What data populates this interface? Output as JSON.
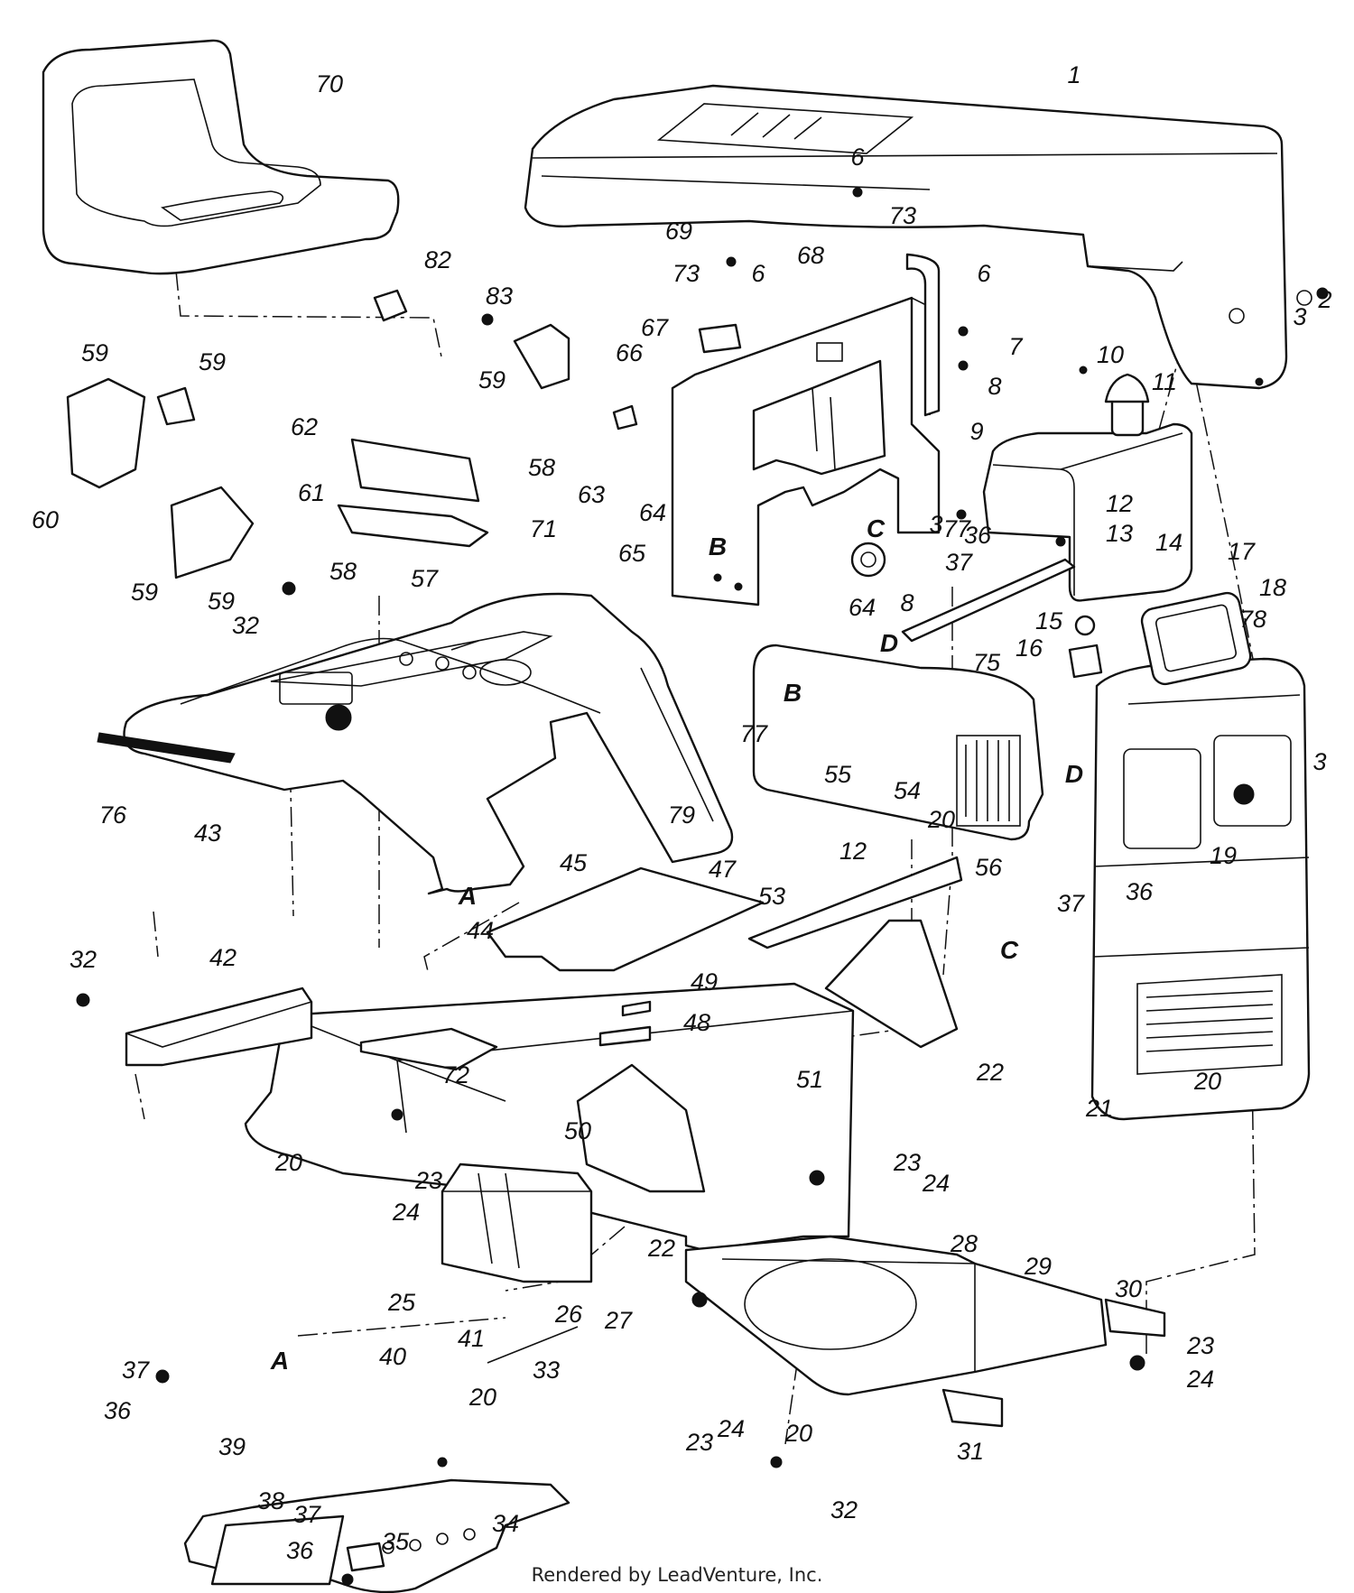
{
  "footer": "Rendered by LeadVenture, Inc.",
  "callouts": [
    {
      "n": "1"
    },
    {
      "n": "2"
    },
    {
      "n": "3"
    },
    {
      "n": "6"
    },
    {
      "n": "73"
    },
    {
      "n": "69"
    },
    {
      "n": "73"
    },
    {
      "n": "6"
    },
    {
      "n": "68"
    },
    {
      "n": "6"
    },
    {
      "n": "7"
    },
    {
      "n": "8"
    },
    {
      "n": "9"
    },
    {
      "n": "10"
    },
    {
      "n": "11"
    },
    {
      "n": "12"
    },
    {
      "n": "13"
    },
    {
      "n": "14"
    },
    {
      "n": "17"
    },
    {
      "n": "18"
    },
    {
      "n": "78"
    },
    {
      "n": "15"
    },
    {
      "n": "16"
    },
    {
      "n": "75"
    },
    {
      "n": "3"
    },
    {
      "n": "19"
    },
    {
      "n": "36"
    },
    {
      "n": "37"
    },
    {
      "n": "3"
    },
    {
      "n": "8"
    },
    {
      "n": "77"
    },
    {
      "n": "64"
    },
    {
      "n": "65"
    },
    {
      "n": "63"
    },
    {
      "n": "64"
    },
    {
      "n": "66"
    },
    {
      "n": "67"
    },
    {
      "n": "59"
    },
    {
      "n": "83"
    },
    {
      "n": "82"
    },
    {
      "n": "70"
    },
    {
      "n": "59"
    },
    {
      "n": "59"
    },
    {
      "n": "60"
    },
    {
      "n": "59"
    },
    {
      "n": "59"
    },
    {
      "n": "62"
    },
    {
      "n": "61"
    },
    {
      "n": "58"
    },
    {
      "n": "71"
    },
    {
      "n": "58"
    },
    {
      "n": "57"
    },
    {
      "n": "32"
    },
    {
      "n": "76"
    },
    {
      "n": "43"
    },
    {
      "n": "45"
    },
    {
      "n": "44"
    },
    {
      "n": "79"
    },
    {
      "n": "47"
    },
    {
      "n": "53"
    },
    {
      "n": "12"
    },
    {
      "n": "49"
    },
    {
      "n": "48"
    },
    {
      "n": "77"
    },
    {
      "n": "55"
    },
    {
      "n": "54"
    },
    {
      "n": "20"
    },
    {
      "n": "56"
    },
    {
      "n": "37"
    },
    {
      "n": "36"
    },
    {
      "n": "22"
    },
    {
      "n": "21"
    },
    {
      "n": "20"
    },
    {
      "n": "32"
    },
    {
      "n": "42"
    },
    {
      "n": "72"
    },
    {
      "n": "51"
    },
    {
      "n": "50"
    },
    {
      "n": "20"
    },
    {
      "n": "23"
    },
    {
      "n": "24"
    },
    {
      "n": "23"
    },
    {
      "n": "24"
    },
    {
      "n": "22"
    },
    {
      "n": "25"
    },
    {
      "n": "26"
    },
    {
      "n": "27"
    },
    {
      "n": "41"
    },
    {
      "n": "28"
    },
    {
      "n": "29"
    },
    {
      "n": "30"
    },
    {
      "n": "23"
    },
    {
      "n": "24"
    },
    {
      "n": "37"
    },
    {
      "n": "36"
    },
    {
      "n": "40"
    },
    {
      "n": "33"
    },
    {
      "n": "20"
    },
    {
      "n": "39"
    },
    {
      "n": "38"
    },
    {
      "n": "37"
    },
    {
      "n": "36"
    },
    {
      "n": "35"
    },
    {
      "n": "34"
    },
    {
      "n": "23"
    },
    {
      "n": "24"
    },
    {
      "n": "20"
    },
    {
      "n": "31"
    },
    {
      "n": "32"
    }
  ],
  "refs": [
    {
      "n": "A"
    },
    {
      "n": "A"
    },
    {
      "n": "B"
    },
    {
      "n": "B"
    },
    {
      "n": "C"
    },
    {
      "n": "C"
    },
    {
      "n": "D"
    },
    {
      "n": "D"
    }
  ]
}
